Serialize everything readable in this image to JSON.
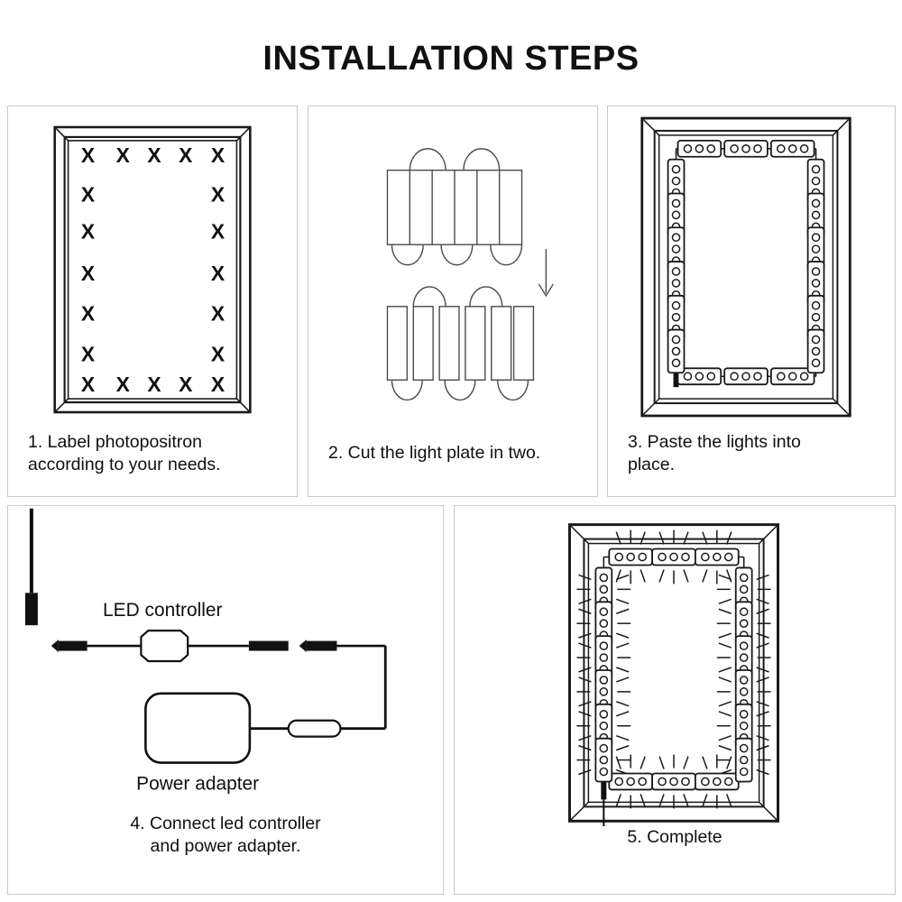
{
  "page": {
    "title": "INSTALLATION STEPS",
    "background_color": "#ffffff",
    "text_color": "#101010",
    "panel_border_color": "#c9c9c9",
    "ink_color": "#1a1a1a"
  },
  "panels": [
    {
      "id": "step-1",
      "number": "1",
      "caption": "1. Label photopositron\naccording to your needs.",
      "illustration": "picture-frame-with-x-marks",
      "x_mark_glyph": "X",
      "x_marks": {
        "top_row_count": 5,
        "bottom_row_count": 5,
        "left_column_count": 5,
        "right_column_count": 5,
        "total": 20
      }
    },
    {
      "id": "step-2",
      "number": "2",
      "caption": "2. Cut the light plate in two.",
      "illustration": "light-plate-cut-in-two",
      "top_strip_segments": 6,
      "bottom_strip_segments": 6,
      "arrow_direction": "down"
    },
    {
      "id": "step-3",
      "number": "3",
      "caption": "3. Paste the lights into\nplace.",
      "illustration": "frame-with-led-modules",
      "led_module_dots": 3,
      "modules": {
        "top_count": 3,
        "bottom_count": 3,
        "left_count": 6,
        "right_count": 6,
        "total": 18
      },
      "lead_wire": "bottom-left"
    },
    {
      "id": "step-4",
      "number": "4",
      "caption": "4. Connect led controller\nand power adapter.",
      "illustration": "wiring-diagram",
      "labels": {
        "controller": "LED controller",
        "adapter": "Power adapter"
      },
      "components": [
        "led-strip-lead",
        "barrel-connector",
        "led-controller",
        "dc-plug",
        "dc-jack",
        "power-adapter-brick",
        "inline-connector"
      ]
    },
    {
      "id": "step-5",
      "number": "5",
      "caption": "5. Complete",
      "illustration": "frame-illuminated",
      "led_module_dots": 3,
      "modules": {
        "top_count": 3,
        "bottom_count": 3,
        "left_count": 6,
        "right_count": 6,
        "total": 18
      },
      "light_rays_per_module": 3,
      "lead_wire": "bottom-left"
    }
  ]
}
